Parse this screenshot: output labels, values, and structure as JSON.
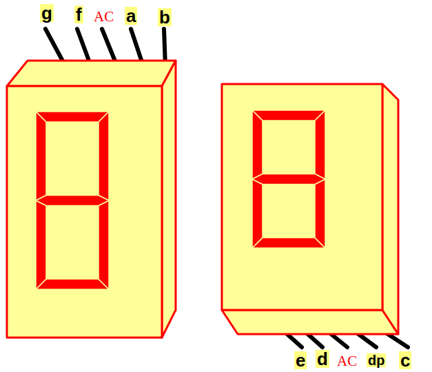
{
  "diagram": {
    "labels": [
      "g",
      "f",
      "AC",
      "a",
      "b",
      "e",
      "d",
      "AC",
      "dp",
      "c"
    ]
  }
}
